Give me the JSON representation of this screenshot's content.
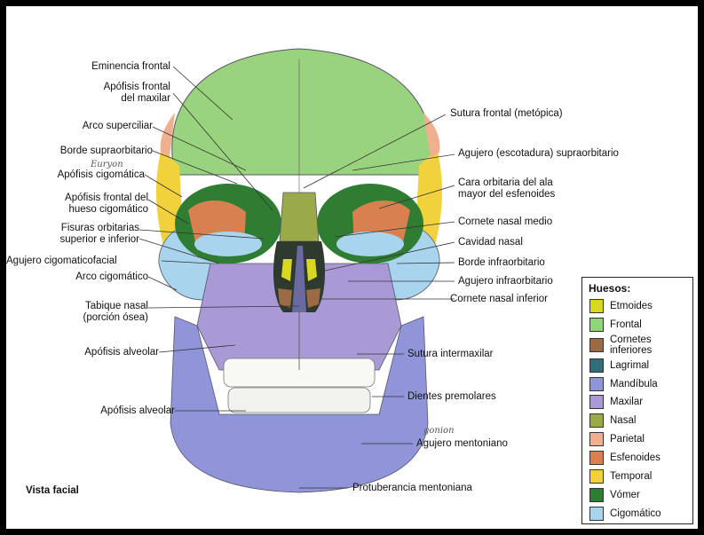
{
  "title": "Vista facial",
  "labels_left": [
    {
      "id": "eminencia-frontal",
      "text": "Eminencia frontal"
    },
    {
      "id": "apofisis-frontal-maxilar",
      "text": "Apófisis frontal\ndel maxilar"
    },
    {
      "id": "arco-superciliar",
      "text": "Arco superciliar"
    },
    {
      "id": "borde-supraorbitario",
      "text": "Borde supraorbitario"
    },
    {
      "id": "apofisis-cigomatica",
      "text": "Apófisis cigomática"
    },
    {
      "id": "apofisis-frontal-cigomatico",
      "text": "Apófisis frontal del\nhueso cigomático"
    },
    {
      "id": "fisuras-orbitarias",
      "text": "Fisuras orbitarias\nsuperior e inferior"
    },
    {
      "id": "agujero-cigomaticofacial",
      "text": "Agujero cigomaticofacial"
    },
    {
      "id": "arco-cigomatico",
      "text": "Arco cigomático"
    },
    {
      "id": "tabique-nasal",
      "text": "Tabique nasal\n(porción ósea)"
    },
    {
      "id": "apofisis-alveolar-1",
      "text": "Apófisis alveolar"
    },
    {
      "id": "apofisis-alveolar-2",
      "text": "Apófisis alveolar"
    }
  ],
  "labels_right": [
    {
      "id": "sutura-frontal",
      "text": "Sutura frontal (metópica)"
    },
    {
      "id": "agujero-supraorbitario",
      "text": "Agujero (escotadura) supraorbitario"
    },
    {
      "id": "cara-orbitaria",
      "text": "Cara orbitaria del ala\nmayor del esfenoides"
    },
    {
      "id": "cornete-medio",
      "text": "Cornete nasal medio"
    },
    {
      "id": "cavidad-nasal",
      "text": "Cavidad nasal"
    },
    {
      "id": "borde-infraorbitario",
      "text": "Borde infraorbitario"
    },
    {
      "id": "agujero-infraorbitario",
      "text": "Agujero infraorbitario"
    },
    {
      "id": "cornete-inferior",
      "text": "Cornete nasal inferior"
    },
    {
      "id": "sutura-intermaxilar",
      "text": "Sutura intermaxilar"
    },
    {
      "id": "dientes-premolares",
      "text": "Dientes premolares"
    },
    {
      "id": "agujero-mentoniano",
      "text": "Agujero mentoniano"
    },
    {
      "id": "protuberancia-mentoniana",
      "text": "Protuberancia mentoniana"
    }
  ],
  "legend": {
    "title": "Huesos:",
    "items": [
      {
        "label": "Etmoides",
        "color": "#d8d820"
      },
      {
        "label": "Frontal",
        "color": "#8fd37a"
      },
      {
        "label": "Cornetes\ninferiores",
        "color": "#9c6a45"
      },
      {
        "label": "Lagrimal",
        "color": "#2f6e7a"
      },
      {
        "label": "Mandíbula",
        "color": "#8f95d8"
      },
      {
        "label": "Maxilar",
        "color": "#a99ad6"
      },
      {
        "label": "Nasal",
        "color": "#9aa94a"
      },
      {
        "label": "Parietal",
        "color": "#f0b08f"
      },
      {
        "label": "Esfenoides",
        "color": "#d98050"
      },
      {
        "label": "Temporal",
        "color": "#f2d23c"
      },
      {
        "label": "Vómer",
        "color": "#2e7d32"
      },
      {
        "label": "Cigomático",
        "color": "#a8d4ee"
      }
    ]
  },
  "handwritten": [
    "Euryon",
    "gonion"
  ]
}
